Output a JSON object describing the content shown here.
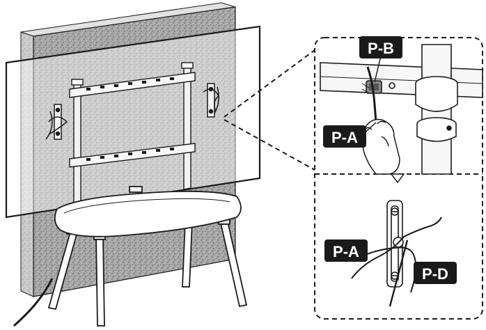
{
  "labels": {
    "pb": "P-B",
    "pa_top": "P-A",
    "pa_bottom": "P-A",
    "pd": "P-D"
  },
  "colors": {
    "line": "#1a1a1a",
    "label_bg": "#1a1a1a",
    "label_text": "#ffffff",
    "wall_texture": "#9a9a9a",
    "tv_panel": "#ffffff",
    "background": "#ffffff"
  },
  "icons": {
    "wall": "textured-wall",
    "tv": "tv-panel",
    "mount": "wall-mount-bracket",
    "stand": "tripod-stand",
    "clip": "cable-clip",
    "hand": "hand",
    "screw": "screw"
  }
}
